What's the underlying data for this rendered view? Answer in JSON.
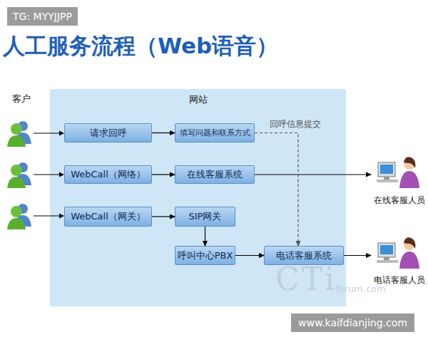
{
  "diagram": {
    "title": "人工服务流程（Web语音）",
    "nodes": [
      {
        "text": [
          "网站"
        ]
      },
      {
        "text": [
          "请求回呼"
        ],
        "in": 0
      },
      {
        "text": [
          "填写问题和联系方式"
        ],
        "in": 0
      },
      {
        "text": [
          "WebCall（网络）"
        ],
        "in": 0
      },
      {
        "text": [
          "在线客服系统"
        ],
        "in": 0
      },
      {
        "text": [
          "WebCall（网关）"
        ],
        "in": 0
      },
      {
        "text": [
          "SIP网关"
        ],
        "in": 0
      },
      {
        "text": [
          "呼叫中心PBX"
        ],
        "in": 0
      },
      {
        "text": [
          "电话客服系统"
        ],
        "in": 0
      },
      {
        "text": [
          "在线客服人员"
        ]
      },
      {
        "text": [
          "电话客服人员"
        ]
      }
    ],
    "edges": [
      {
        "from": 1,
        "to": 2,
        "arrow": "to"
      },
      {
        "from": 3,
        "to": 4,
        "arrow": "to"
      },
      {
        "from": 4,
        "to": 9,
        "arrow": "to"
      },
      {
        "from": 5,
        "to": 6,
        "arrow": "to"
      },
      {
        "from": 6,
        "to": 7,
        "arrow": "to"
      },
      {
        "from": 7,
        "to": 8,
        "arrow": "to"
      },
      {
        "from": 2,
        "to": 8,
        "label": "回呼信息提交",
        "arrow": "to"
      },
      {
        "from": 8,
        "to": 10,
        "arrow": "to"
      }
    ],
    "labels": [
      "TG: MYYJJPP",
      "客户",
      "CTi",
      "forum.com",
      "www.kaifdianjing.com"
    ]
  }
}
